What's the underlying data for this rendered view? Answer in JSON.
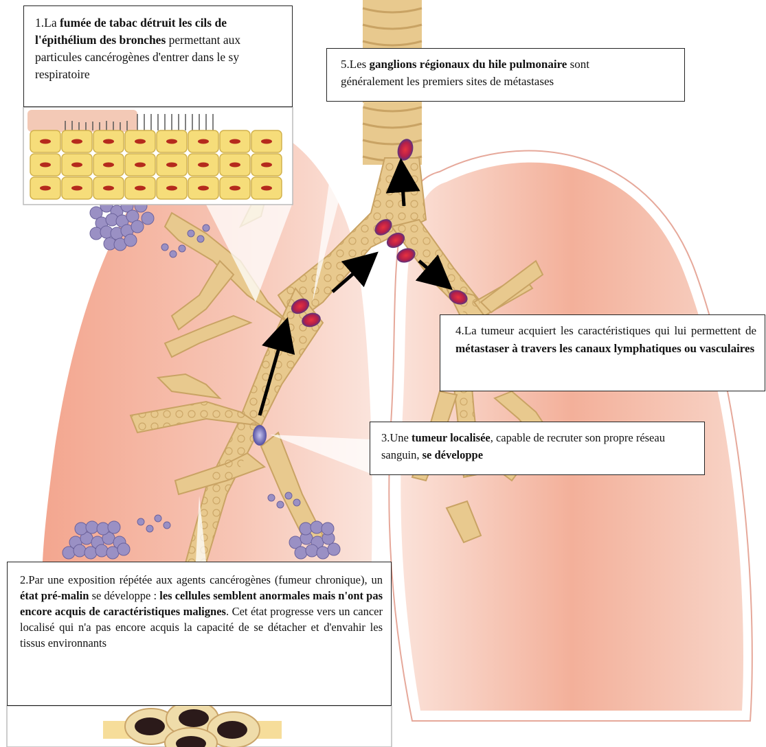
{
  "colors": {
    "lung_fill_light": "#f8d9cf",
    "lung_fill_dark": "#ee9f86",
    "airway": "#e8c98e",
    "airway_shadow": "#c9a364",
    "tumor": "#d7263d",
    "tumor_rim": "#5b4ea0",
    "arrow": "#000000",
    "cell": "#f6dd7a",
    "nucleus": "#b52a1d",
    "cluster": "#8f86b7"
  },
  "callouts": {
    "c1": {
      "number": "1.",
      "pre": "La ",
      "bold1": "fumée de tabac détruit les cils de",
      "bold2": "l'épithélium des bronches",
      "post1": " permettant aux",
      "line3": "particules cancérogènes d'entrer dans le sy",
      "line4": "respiratoire"
    },
    "c5": {
      "number": "5.",
      "pre": "Les ",
      "bold": "ganglions régionaux du hile pulmonaire",
      "post": " sont",
      "line2": "généralement les premiers sites de métastases"
    },
    "c4": {
      "number": "4.",
      "pre": "La tumeur acquiert les caractéristiques qui lui permettent de ",
      "bold": "métastaser à travers les canaux lymphatiques ou vasculaires"
    },
    "c3": {
      "number": "3.",
      "pre": "Une ",
      "bold1": "tumeur localisée",
      "mid": ", capable de recruter son propre réseau sanguin, ",
      "bold2": "se développe"
    },
    "c2": {
      "number": "2.",
      "pre": "Par une exposition répétée aux agents cancérogènes (fumeur chronique), un ",
      "bold1": "état pré-malin",
      "mid": " se développe : ",
      "bold2": "les cellules semblent anormales mais n'ont pas encore acquis de caractéristiques malignes",
      "post": ". Cet état progresse vers un cancer localisé qui n'a pas encore acquis la capacité de se détacher et d'envahir les tissus environnants"
    }
  }
}
